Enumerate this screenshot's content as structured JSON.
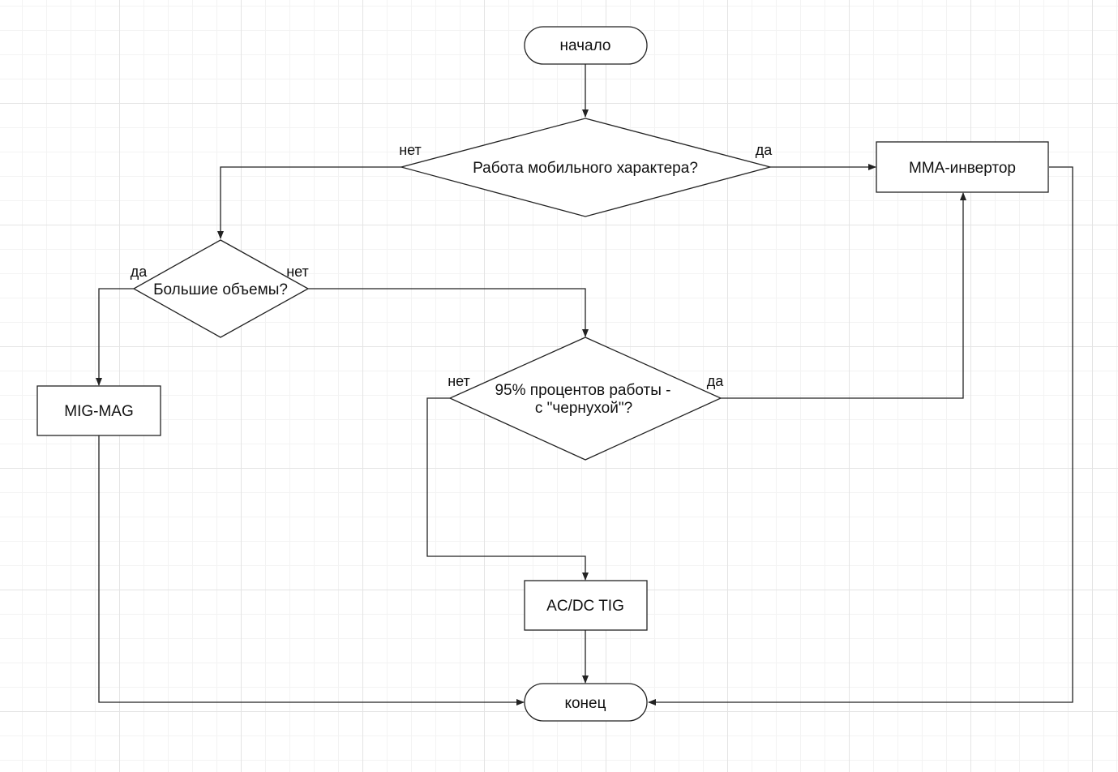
{
  "nodes": {
    "start": "начало",
    "mobile": "Работа мобильного характера?",
    "mma": "MMA-инвертор",
    "volumes": "Большие объемы?",
    "migmag": "MIG-MAG",
    "ninety_line1": "95% процентов работы -",
    "ninety_line2": "с \"чернухой\"?",
    "tig": "AC/DC TIG",
    "end": "конец"
  },
  "edges": {
    "mobile_no": "нет",
    "mobile_yes": "да",
    "volumes_yes": "да",
    "volumes_no": "нет",
    "ninety_no": "нет",
    "ninety_yes": "да"
  },
  "colors": {
    "line": "#222222",
    "grid": "#e4e4e4",
    "background": "#ffffff"
  }
}
